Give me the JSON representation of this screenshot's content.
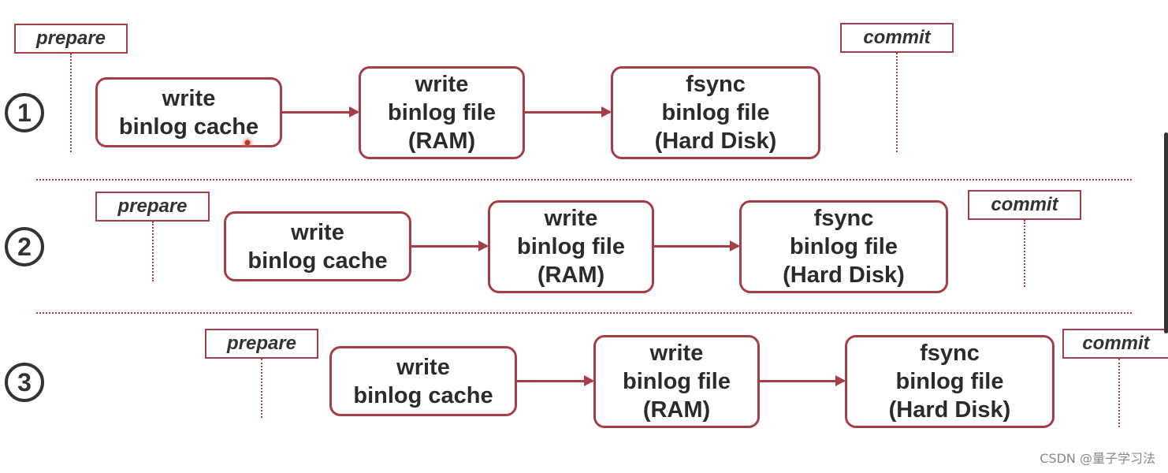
{
  "labels": {
    "prepare": "prepare",
    "commit": "commit"
  },
  "rows": [
    {
      "number": "1",
      "cache": [
        "write",
        "binlog cache"
      ],
      "file": [
        "write",
        "binlog file",
        "(RAM)"
      ],
      "disk": [
        "fsync",
        "binlog file",
        "(Hard Disk)"
      ]
    },
    {
      "number": "2",
      "cache": [
        "write",
        "binlog cache"
      ],
      "file": [
        "write",
        "binlog file",
        "(RAM)"
      ],
      "disk": [
        "fsync",
        "binlog file",
        "(Hard Disk)"
      ]
    },
    {
      "number": "3",
      "cache": [
        "write",
        "binlog cache"
      ],
      "file": [
        "write",
        "binlog file",
        "(RAM)"
      ],
      "disk": [
        "fsync",
        "binlog file",
        "(Hard Disk)"
      ]
    }
  ],
  "watermark": "CSDN @量子学习法",
  "colors": {
    "accent": "#a63d47",
    "text": "#2b2b2b"
  }
}
